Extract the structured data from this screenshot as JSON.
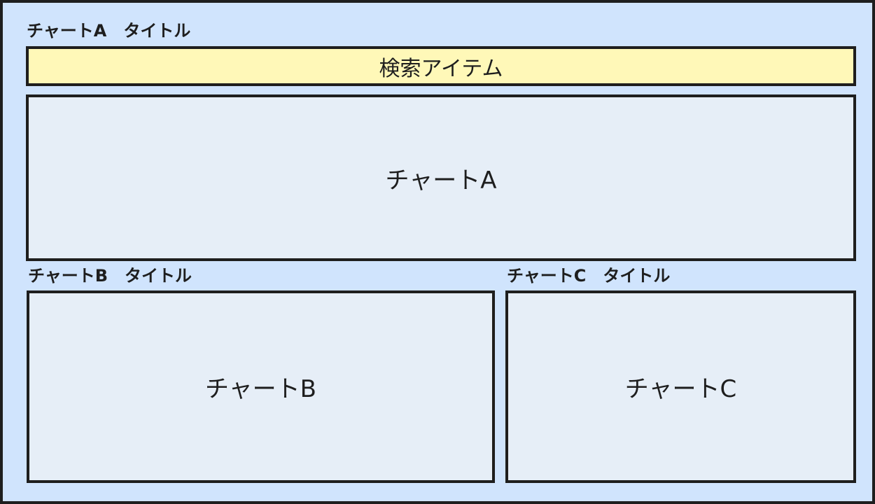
{
  "chart_a": {
    "title": "チャートA　タイトル",
    "label": "チャートA"
  },
  "search": {
    "label": "検索アイテム"
  },
  "chart_b": {
    "title": "チャートB　タイトル",
    "label": "チャートB"
  },
  "chart_c": {
    "title": "チャートC　タイトル",
    "label": "チャートC"
  }
}
